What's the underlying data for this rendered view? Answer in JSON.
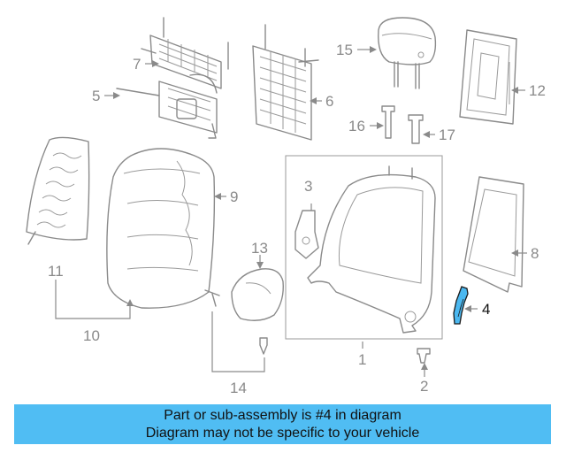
{
  "diagram": {
    "callouts": {
      "c1": "1",
      "c2": "2",
      "c3": "3",
      "c4": "4",
      "c5": "5",
      "c6": "6",
      "c7": "7",
      "c8": "8",
      "c9": "9",
      "c10": "10",
      "c11": "11",
      "c12": "12",
      "c13": "13",
      "c14": "14",
      "c15": "15",
      "c16": "16",
      "c17": "17"
    },
    "highlighted_part": "4",
    "colors": {
      "highlight": "#4bb8f0",
      "banner": "#50bdf3",
      "line_art": "#8a8a8a"
    }
  },
  "banner": {
    "line1": "Part or sub-assembly is #4 in diagram",
    "line2": "Diagram may not be specific to your vehicle"
  }
}
